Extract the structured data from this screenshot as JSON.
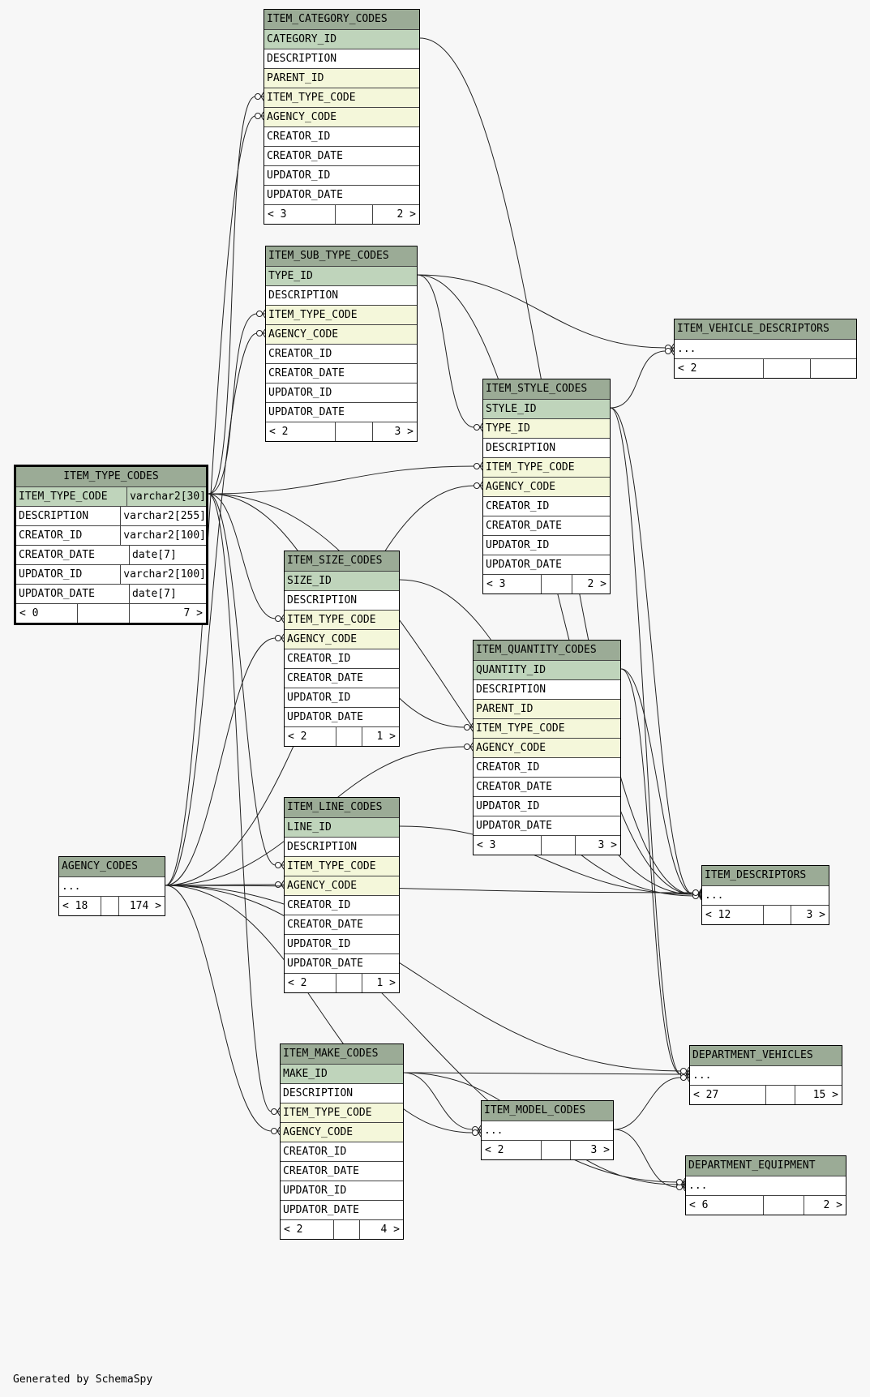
{
  "credit": "Generated by SchemaSpy",
  "ellipsis": "...",
  "colors": {
    "header": "#9bab96",
    "primary_key": "#bfd4bb",
    "foreign_key": "#f4f7da",
    "column": "#ffffff",
    "background": "#f7f7f7"
  },
  "tables": {
    "item_category_codes": {
      "name": "ITEM_CATEGORY_CODES",
      "columns": [
        {
          "name": "CATEGORY_ID",
          "kind": "pk"
        },
        {
          "name": "DESCRIPTION",
          "kind": "plain"
        },
        {
          "name": "PARENT_ID",
          "kind": "fk"
        },
        {
          "name": "ITEM_TYPE_CODE",
          "kind": "fk"
        },
        {
          "name": "AGENCY_CODE",
          "kind": "fk"
        },
        {
          "name": "CREATOR_ID",
          "kind": "plain"
        },
        {
          "name": "CREATOR_DATE",
          "kind": "plain"
        },
        {
          "name": "UPDATOR_ID",
          "kind": "plain"
        },
        {
          "name": "UPDATOR_DATE",
          "kind": "plain"
        }
      ],
      "parents": "3",
      "children": "2"
    },
    "item_sub_type_codes": {
      "name": "ITEM_SUB_TYPE_CODES",
      "columns": [
        {
          "name": "TYPE_ID",
          "kind": "pk"
        },
        {
          "name": "DESCRIPTION",
          "kind": "plain"
        },
        {
          "name": "ITEM_TYPE_CODE",
          "kind": "fk"
        },
        {
          "name": "AGENCY_CODE",
          "kind": "fk"
        },
        {
          "name": "CREATOR_ID",
          "kind": "plain"
        },
        {
          "name": "CREATOR_DATE",
          "kind": "plain"
        },
        {
          "name": "UPDATOR_ID",
          "kind": "plain"
        },
        {
          "name": "UPDATOR_DATE",
          "kind": "plain"
        }
      ],
      "parents": "2",
      "children": "3"
    },
    "item_type_codes": {
      "name": "ITEM_TYPE_CODES",
      "columns": [
        {
          "name": "ITEM_TYPE_CODE",
          "type": "varchar2[30]",
          "kind": "pk"
        },
        {
          "name": "DESCRIPTION",
          "type": "varchar2[255]",
          "kind": "plain"
        },
        {
          "name": "CREATOR_ID",
          "type": "varchar2[100]",
          "kind": "plain"
        },
        {
          "name": "CREATOR_DATE",
          "type": "date[7]",
          "kind": "plain"
        },
        {
          "name": "UPDATOR_ID",
          "type": "varchar2[100]",
          "kind": "plain"
        },
        {
          "name": "UPDATOR_DATE",
          "type": "date[7]",
          "kind": "plain"
        }
      ],
      "parents": "0",
      "children": "7"
    },
    "item_style_codes": {
      "name": "ITEM_STYLE_CODES",
      "columns": [
        {
          "name": "STYLE_ID",
          "kind": "pk"
        },
        {
          "name": "TYPE_ID",
          "kind": "fk"
        },
        {
          "name": "DESCRIPTION",
          "kind": "plain"
        },
        {
          "name": "ITEM_TYPE_CODE",
          "kind": "fk"
        },
        {
          "name": "AGENCY_CODE",
          "kind": "fk"
        },
        {
          "name": "CREATOR_ID",
          "kind": "plain"
        },
        {
          "name": "CREATOR_DATE",
          "kind": "plain"
        },
        {
          "name": "UPDATOR_ID",
          "kind": "plain"
        },
        {
          "name": "UPDATOR_DATE",
          "kind": "plain"
        }
      ],
      "parents": "3",
      "children": "2"
    },
    "item_size_codes": {
      "name": "ITEM_SIZE_CODES",
      "columns": [
        {
          "name": "SIZE_ID",
          "kind": "pk"
        },
        {
          "name": "DESCRIPTION",
          "kind": "plain"
        },
        {
          "name": "ITEM_TYPE_CODE",
          "kind": "fk"
        },
        {
          "name": "AGENCY_CODE",
          "kind": "fk"
        },
        {
          "name": "CREATOR_ID",
          "kind": "plain"
        },
        {
          "name": "CREATOR_DATE",
          "kind": "plain"
        },
        {
          "name": "UPDATOR_ID",
          "kind": "plain"
        },
        {
          "name": "UPDATOR_DATE",
          "kind": "plain"
        }
      ],
      "parents": "2",
      "children": "1"
    },
    "item_quantity_codes": {
      "name": "ITEM_QUANTITY_CODES",
      "columns": [
        {
          "name": "QUANTITY_ID",
          "kind": "pk"
        },
        {
          "name": "DESCRIPTION",
          "kind": "plain"
        },
        {
          "name": "PARENT_ID",
          "kind": "fk"
        },
        {
          "name": "ITEM_TYPE_CODE",
          "kind": "fk"
        },
        {
          "name": "AGENCY_CODE",
          "kind": "fk"
        },
        {
          "name": "CREATOR_ID",
          "kind": "plain"
        },
        {
          "name": "CREATOR_DATE",
          "kind": "plain"
        },
        {
          "name": "UPDATOR_ID",
          "kind": "plain"
        },
        {
          "name": "UPDATOR_DATE",
          "kind": "plain"
        }
      ],
      "parents": "3",
      "children": "3"
    },
    "item_line_codes": {
      "name": "ITEM_LINE_CODES",
      "columns": [
        {
          "name": "LINE_ID",
          "kind": "pk"
        },
        {
          "name": "DESCRIPTION",
          "kind": "plain"
        },
        {
          "name": "ITEM_TYPE_CODE",
          "kind": "fk"
        },
        {
          "name": "AGENCY_CODE",
          "kind": "fk"
        },
        {
          "name": "CREATOR_ID",
          "kind": "plain"
        },
        {
          "name": "CREATOR_DATE",
          "kind": "plain"
        },
        {
          "name": "UPDATOR_ID",
          "kind": "plain"
        },
        {
          "name": "UPDATOR_DATE",
          "kind": "plain"
        }
      ],
      "parents": "2",
      "children": "1"
    },
    "item_make_codes": {
      "name": "ITEM_MAKE_CODES",
      "columns": [
        {
          "name": "MAKE_ID",
          "kind": "pk"
        },
        {
          "name": "DESCRIPTION",
          "kind": "plain"
        },
        {
          "name": "ITEM_TYPE_CODE",
          "kind": "fk"
        },
        {
          "name": "AGENCY_CODE",
          "kind": "fk"
        },
        {
          "name": "CREATOR_ID",
          "kind": "plain"
        },
        {
          "name": "CREATOR_DATE",
          "kind": "plain"
        },
        {
          "name": "UPDATOR_ID",
          "kind": "plain"
        },
        {
          "name": "UPDATOR_DATE",
          "kind": "plain"
        }
      ],
      "parents": "2",
      "children": "4"
    },
    "agency_codes": {
      "name": "AGENCY_CODES",
      "parents": "18",
      "children": "174"
    },
    "item_vehicle_descriptors": {
      "name": "ITEM_VEHICLE_DESCRIPTORS",
      "parents": "2",
      "children": ""
    },
    "item_descriptors": {
      "name": "ITEM_DESCRIPTORS",
      "parents": "12",
      "children": "3"
    },
    "department_vehicles": {
      "name": "DEPARTMENT_VEHICLES",
      "parents": "27",
      "children": "15"
    },
    "item_model_codes": {
      "name": "ITEM_MODEL_CODES",
      "parents": "2",
      "children": "3"
    },
    "department_equipment": {
      "name": "DEPARTMENT_EQUIPMENT",
      "parents": "6",
      "children": "2"
    }
  }
}
